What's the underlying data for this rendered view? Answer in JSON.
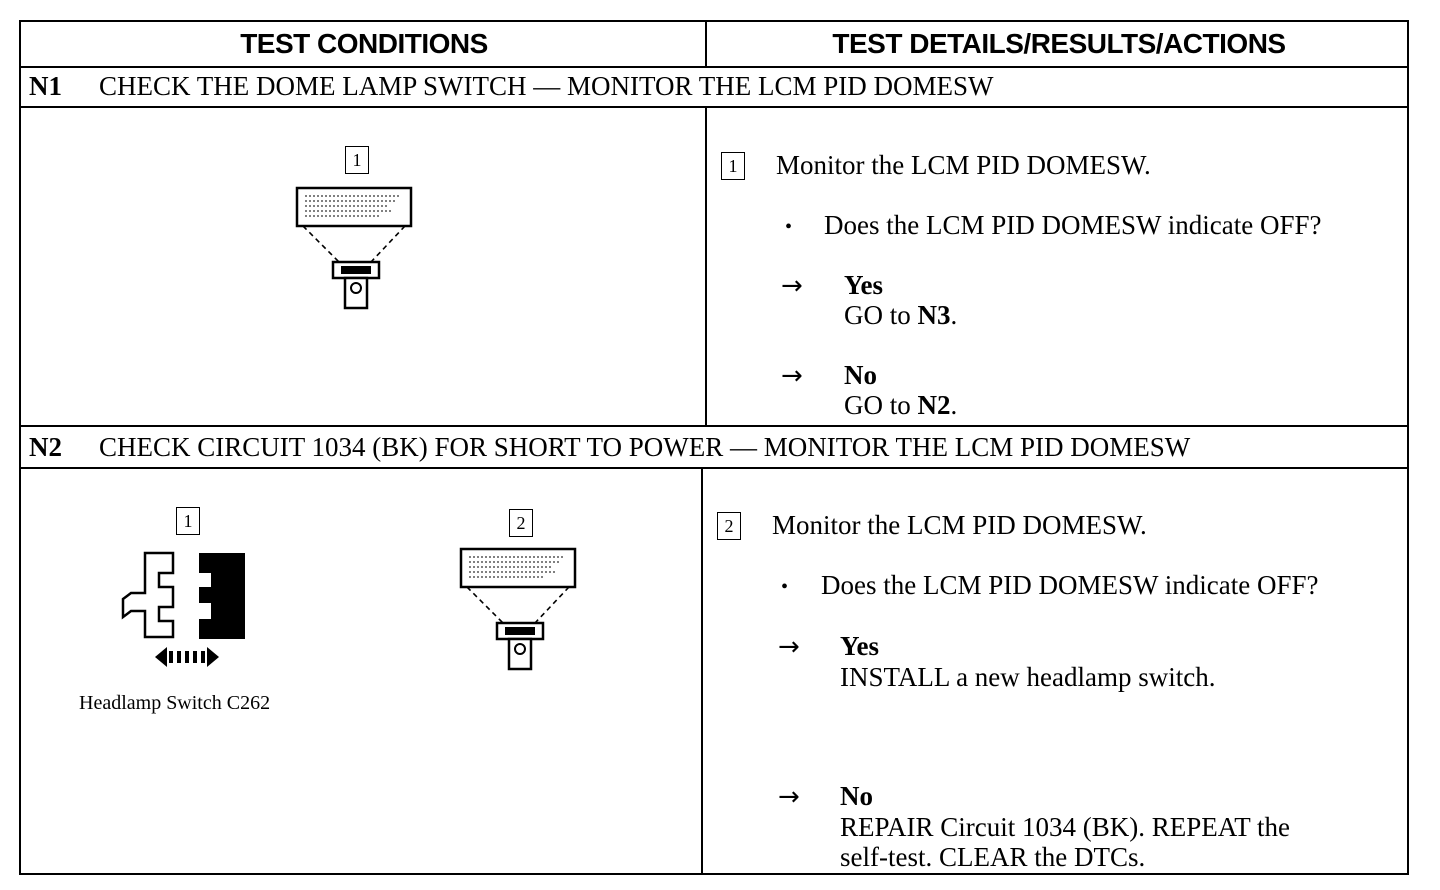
{
  "header": {
    "test_conditions": "TEST CONDITIONS",
    "test_details": "TEST DETAILS/RESULTS/ACTIONS"
  },
  "steps": [
    {
      "code": "N1",
      "title": "CHECK THE DOME LAMP SWITCH — MONITOR THE LCM PID DOMESW",
      "conditions": {
        "callouts": [
          "1"
        ]
      },
      "details": {
        "callout": "1",
        "instruction": "Monitor the LCM PID DOMESW.",
        "question": "Does the LCM PID DOMESW indicate OFF?",
        "yes_label": "Yes",
        "yes_prefix": "GO to ",
        "yes_target": "N3",
        "yes_suffix": ".",
        "no_label": "No",
        "no_prefix": "GO to ",
        "no_target": "N2",
        "no_suffix": "."
      }
    },
    {
      "code": "N2",
      "title": "CHECK CIRCUIT 1034 (BK) FOR SHORT TO POWER — MONITOR THE LCM PID DOMESW",
      "conditions": {
        "callouts": [
          "1",
          "2"
        ],
        "caption": "Headlamp Switch C262"
      },
      "details": {
        "callout": "2",
        "instruction": "Monitor the LCM PID DOMESW.",
        "question": "Does the LCM PID DOMESW indicate OFF?",
        "yes_label": "Yes",
        "yes_action": "INSTALL a new headlamp switch.",
        "no_label": "No",
        "no_action_line1": "REPAIR Circuit 1034 (BK). REPEAT the",
        "no_action_line2": "self-test. CLEAR the DTCs."
      }
    }
  ],
  "symbols": {
    "bullet": "•",
    "arrow": "→"
  }
}
